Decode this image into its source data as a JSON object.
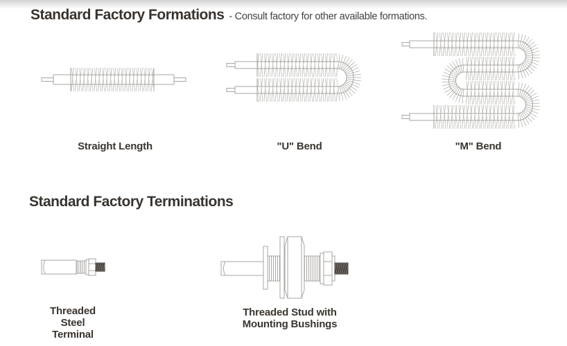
{
  "page": {
    "background_color": "#ffffff",
    "top_shade_color": "#d3d3d3",
    "heading_text_color": "#38332f",
    "drawing_stroke_color": "#a8a6a1",
    "dark_part_color": "#4b4641"
  },
  "formations_section": {
    "heading": "Standard Factory Formations",
    "subheading": "- Consult factory for other available formations.",
    "items": [
      {
        "label": "Straight Length",
        "illustration": "straight-finned-tubular-element"
      },
      {
        "label": "\"U\" Bend",
        "illustration": "u-bend-finned-tubular-element"
      },
      {
        "label": "\"M\" Bend",
        "illustration": "m-bend-finned-tubular-element"
      }
    ]
  },
  "terminations_section": {
    "heading": "Standard Factory Terminations",
    "items": [
      {
        "label_lines": [
          "Threaded",
          "Steel",
          "Terminal"
        ],
        "illustration": "threaded-steel-terminal"
      },
      {
        "label_lines": [
          "Threaded Stud with",
          "Mounting Bushings"
        ],
        "illustration": "threaded-stud-with-mounting-bushings"
      }
    ]
  }
}
